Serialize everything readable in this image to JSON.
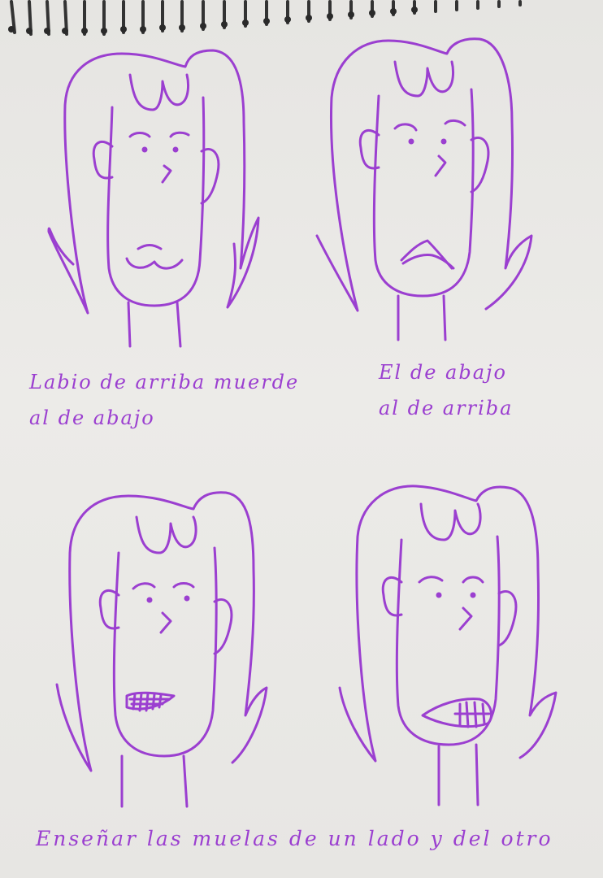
{
  "captions": {
    "top_left_line1": "Labio de arriba muerde",
    "top_left_line2": "al de abajo",
    "top_right_line1": "El de abajo",
    "top_right_line2": "al de arriba",
    "bottom": "Enseñar las muelas de un lado y del otro"
  },
  "ink_color": "#9b3fd0",
  "paper_color": "#e9e8e5",
  "icons": [
    "spiral-binding",
    "face-upper-lip-bite",
    "face-lower-lip-bite",
    "face-teeth-left",
    "face-teeth-right"
  ]
}
